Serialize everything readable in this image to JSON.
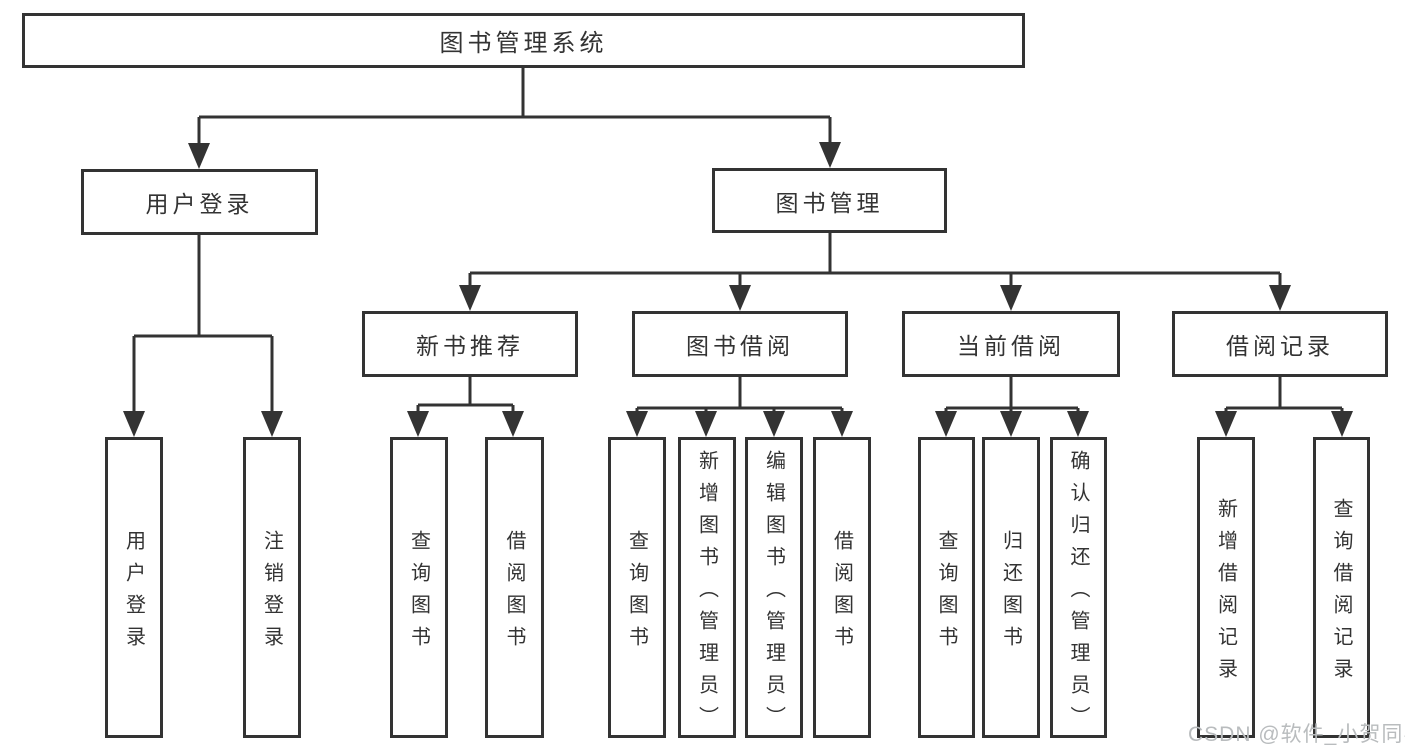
{
  "tree": {
    "root": {
      "label": "图书管理系统"
    },
    "branches": [
      {
        "label": "用户登录",
        "children": [
          {
            "label": "用户登录"
          },
          {
            "label": "注销登录"
          }
        ]
      },
      {
        "label": "图书管理",
        "children": [
          {
            "label": "新书推荐",
            "children": [
              {
                "label": "查询图书"
              },
              {
                "label": "借阅图书"
              }
            ]
          },
          {
            "label": "图书借阅",
            "children": [
              {
                "label": "查询图书"
              },
              {
                "label": "新增图书（管理员）"
              },
              {
                "label": "编辑图书（管理员）"
              },
              {
                "label": "借阅图书"
              }
            ]
          },
          {
            "label": "当前借阅",
            "children": [
              {
                "label": "查询图书"
              },
              {
                "label": "归还图书"
              },
              {
                "label": "确认归还（管理员）"
              }
            ]
          },
          {
            "label": "借阅记录",
            "children": [
              {
                "label": "新增借阅记录"
              },
              {
                "label": "查询借阅记录"
              }
            ]
          }
        ]
      }
    ]
  },
  "watermark": {
    "text": "CSDN @软件_小贺同学"
  },
  "colors": {
    "line": "#333333",
    "text": "#333333",
    "background": "#ffffff",
    "watermark": "#b9bcbe"
  }
}
